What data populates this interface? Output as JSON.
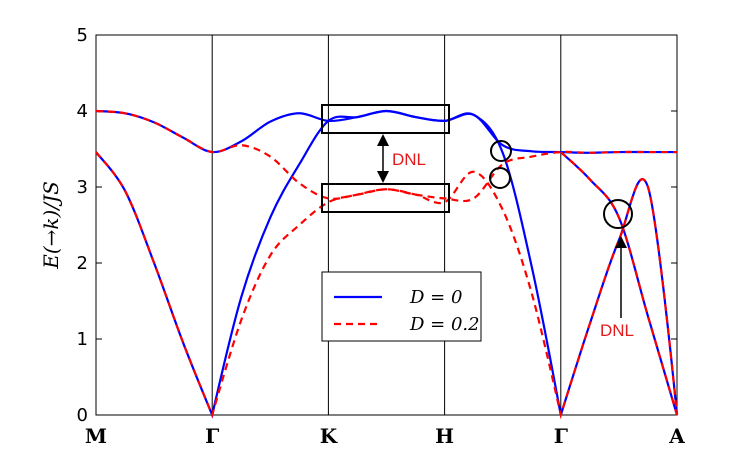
{
  "chart_data": {
    "type": "line",
    "xlabel": "",
    "ylabel": "E(→k)/JS",
    "ylim": [
      0,
      5
    ],
    "yticks": [
      0,
      1,
      2,
      3,
      4,
      5
    ],
    "x_tick_labels": [
      "M",
      "Γ",
      "K",
      "H",
      "Γ",
      "A"
    ],
    "grid": "vertical lines at high-symmetry points",
    "legend_position": "center",
    "colors": {
      "solid": "#0000ff",
      "dashed": "#ff0000"
    },
    "series": [
      {
        "name": "D = 0",
        "style": "solid",
        "branches": [
          {
            "x": [
              0,
              0.25,
              0.5,
              0.75,
              1,
              1.25,
              1.5,
              1.75,
              2,
              2.25,
              2.5,
              2.75,
              3,
              3.25,
              3.5,
              3.75,
              4,
              4.25,
              4.5,
              4.75,
              5
            ],
            "y": [
              4.0,
              3.97,
              3.85,
              3.65,
              3.46,
              3.6,
              3.86,
              3.97,
              3.87,
              3.92,
              4.0,
              3.92,
              3.87,
              3.95,
              3.55,
              3.47,
              3.46,
              3.45,
              3.46,
              3.46,
              3.46
            ]
          },
          {
            "x": [
              0,
              0.25,
              0.5,
              0.75,
              1,
              1.25,
              1.5,
              1.75,
              2,
              2.25,
              2.5,
              2.75,
              3,
              3.25,
              3.5,
              3.75,
              4,
              4.25,
              4.5,
              4.75,
              5
            ],
            "y": [
              3.46,
              2.95,
              2.0,
              0.95,
              0.0,
              1.55,
              2.6,
              3.3,
              3.87,
              3.92,
              4.0,
              3.92,
              3.87,
              3.95,
              3.45,
              1.95,
              0.0,
              1.2,
              2.3,
              3.0,
              0.0
            ]
          },
          {
            "x": [
              4,
              4.25,
              4.5,
              4.75,
              5
            ],
            "y": [
              3.46,
              3.1,
              2.6,
              1.3,
              0.0
            ]
          }
        ]
      },
      {
        "name": "D = 0.2",
        "style": "dashed",
        "branches": [
          {
            "x": [
              0,
              0.25,
              0.5,
              0.75,
              1,
              1.25,
              1.5,
              1.75,
              2,
              2.25,
              2.5,
              2.75,
              3,
              3.25,
              3.5,
              3.75,
              4,
              4.25,
              4.5,
              4.75,
              5
            ],
            "y": [
              4.0,
              3.97,
              3.85,
              3.65,
              3.46,
              3.55,
              3.4,
              3.05,
              2.85,
              2.9,
              2.97,
              2.9,
              2.85,
              2.85,
              3.3,
              3.4,
              3.46,
              3.45,
              3.46,
              3.46,
              3.46
            ]
          },
          {
            "x": [
              0,
              0.25,
              0.5,
              0.75,
              1,
              1.25,
              1.5,
              1.75,
              2,
              2.25,
              2.5,
              2.75,
              3,
              3.25,
              3.5,
              3.75,
              4,
              4.25,
              4.5,
              4.75,
              5
            ],
            "y": [
              3.46,
              2.95,
              2.0,
              0.95,
              0.0,
              1.25,
              2.1,
              2.5,
              2.8,
              2.9,
              2.97,
              2.9,
              2.8,
              3.2,
              2.7,
              1.6,
              0.0,
              1.2,
              2.3,
              3.0,
              0.0
            ]
          },
          {
            "x": [
              4,
              4.25,
              4.5,
              4.75,
              5
            ],
            "y": [
              3.46,
              3.1,
              2.6,
              1.3,
              0.0
            ]
          }
        ]
      }
    ],
    "legend": [
      {
        "label": "D = 0",
        "style": "solid"
      },
      {
        "label": "D = 0.2",
        "style": "dashed"
      }
    ],
    "annotations": [
      {
        "text": "DNL",
        "kind": "double-arrow",
        "note": "between rectangles at K-H"
      },
      {
        "text": "DNL",
        "kind": "arrow",
        "note": "pointing to crossing near 2.65"
      }
    ]
  }
}
